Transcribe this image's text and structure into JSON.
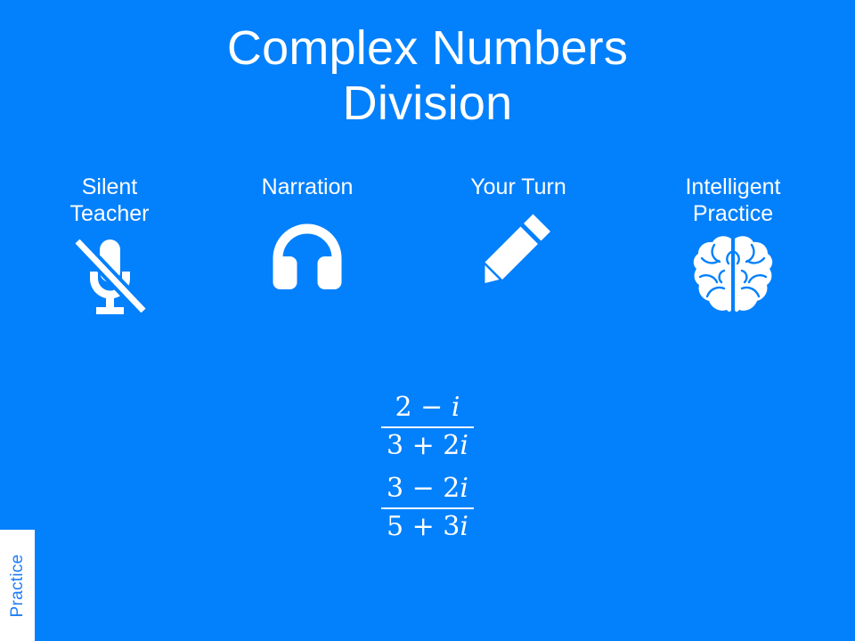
{
  "slide": {
    "background_color": "#0380fc",
    "foreground_color": "#ffffff",
    "accent_color": "#1f7df5"
  },
  "title": {
    "line1": "Complex Numbers",
    "line2": "Division"
  },
  "sections": [
    {
      "label": "Silent\nTeacher",
      "icon": "microphone-muted-icon"
    },
    {
      "label": "Narration",
      "icon": "headphones-icon"
    },
    {
      "label": "Your Turn",
      "icon": "pencil-icon"
    },
    {
      "label": "Intelligent\nPractice",
      "icon": "brain-icon"
    }
  ],
  "math": {
    "fractions": [
      {
        "numerator": "2 − i",
        "denominator": "3 + 2i"
      },
      {
        "numerator": "3 − 2i",
        "denominator": "5 + 3i"
      }
    ],
    "expressions": [
      {
        "numerator_number": "2",
        "numerator_op": "−",
        "numerator_imag": "i",
        "denominator_number": "3",
        "denominator_op": "+",
        "denominator_imag": "2i"
      },
      {
        "numerator_number": "3",
        "numerator_op": "−",
        "numerator_imag": "2i",
        "denominator_number": "5",
        "denominator_op": "+",
        "denominator_imag": "3i"
      }
    ]
  },
  "practice_tab": {
    "label": "Practice"
  }
}
